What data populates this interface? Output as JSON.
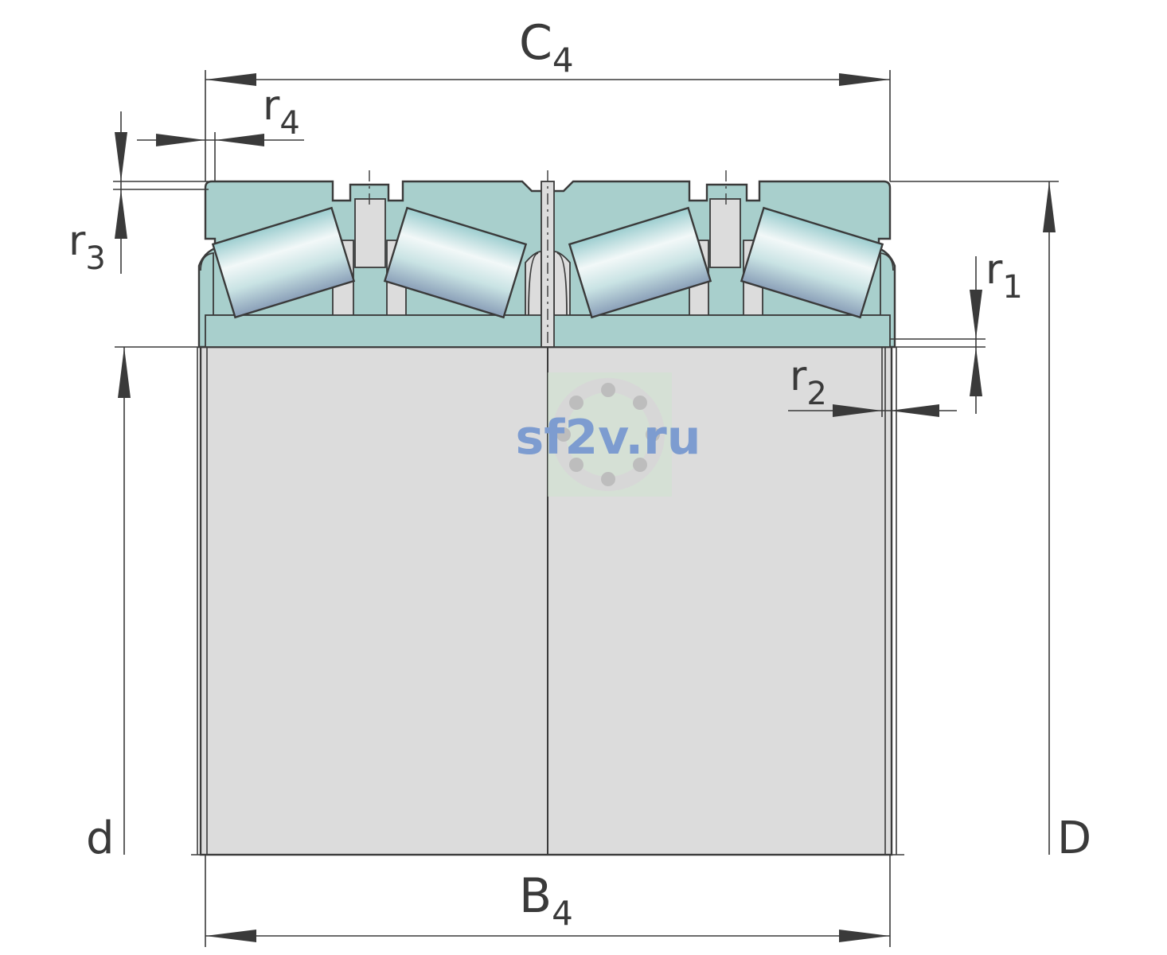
{
  "labels": {
    "C": "C",
    "C_sub": "4",
    "B": "B",
    "B_sub": "4",
    "d": "d",
    "D": "D",
    "r1": "r",
    "r1_sub": "1",
    "r2": "r",
    "r2_sub": "2",
    "r3": "r",
    "r3_sub": "3",
    "r4": "r",
    "r4_sub": "4"
  },
  "watermark": {
    "text": "sf2v.ru"
  },
  "colors": {
    "ring": "#a8cfcc",
    "bore": "#dcdcdc",
    "line": "#3a3a3a",
    "watermark": "#7d9cd0"
  }
}
